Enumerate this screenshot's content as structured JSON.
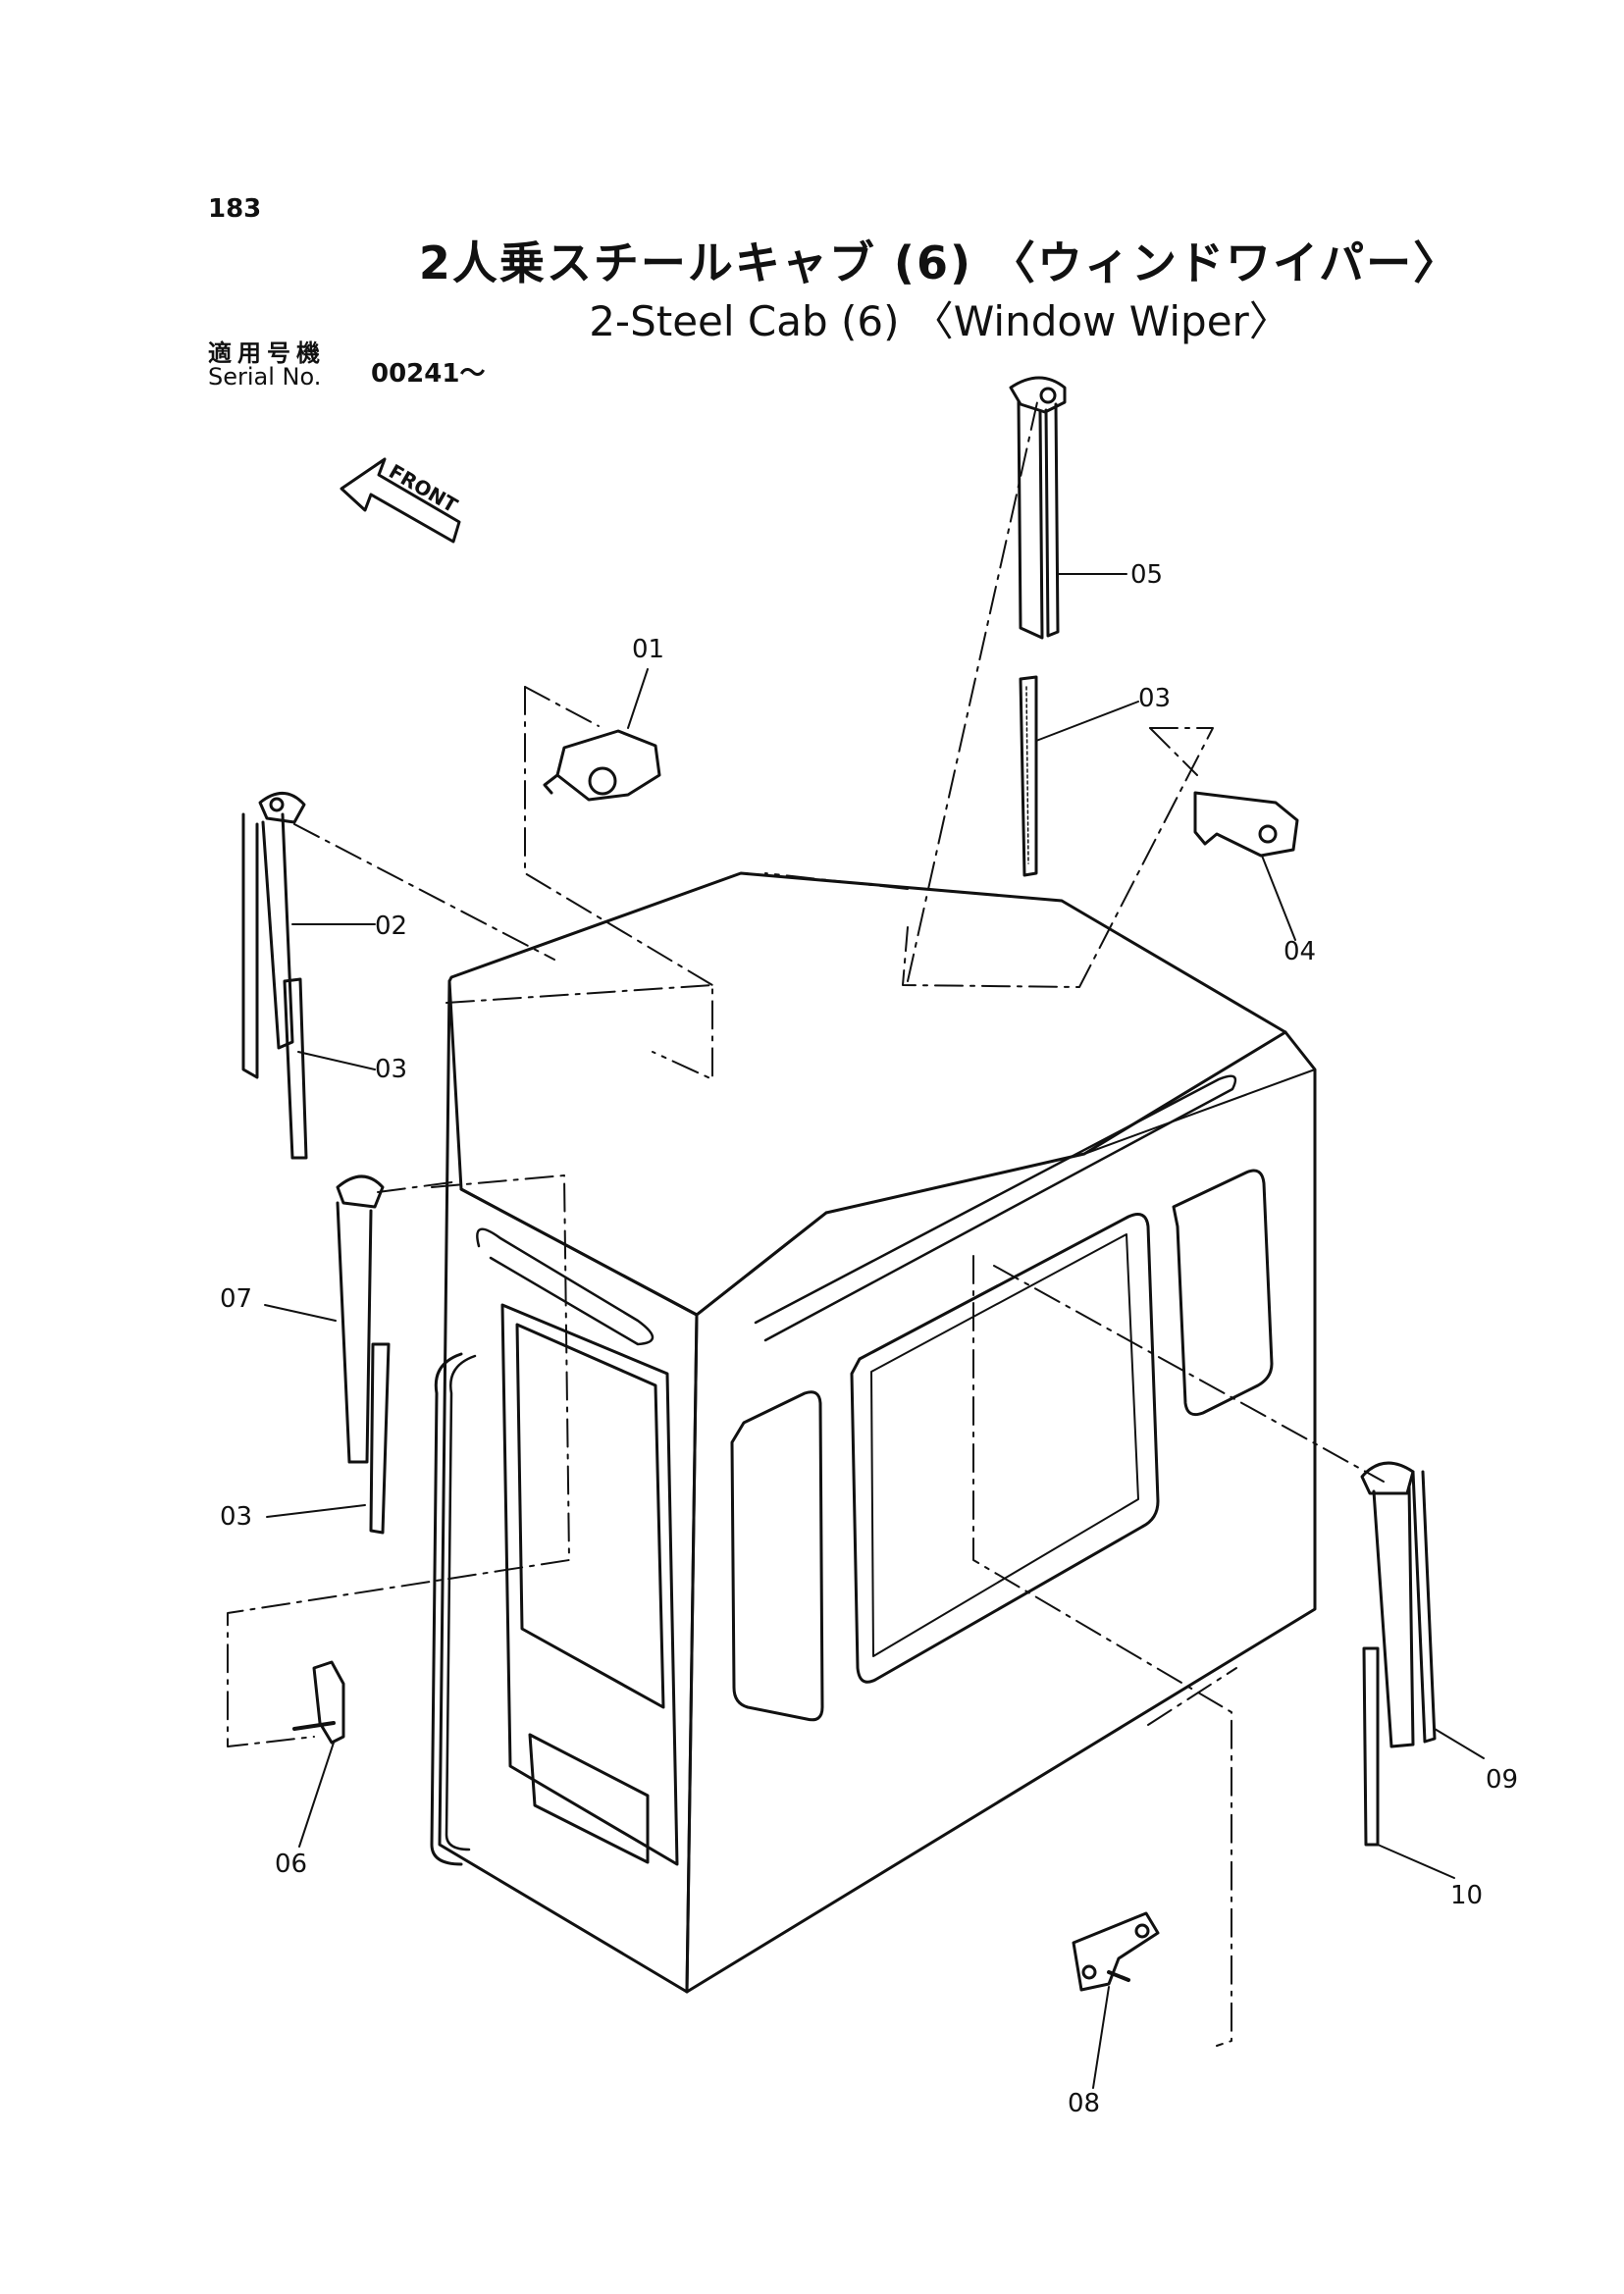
{
  "page_number": "183",
  "title_ja": "2人乗スチールキャブ (6) 〈ウィンドワイパー〉",
  "title_en": "2-Steel Cab (6) 〈Window Wiper〉",
  "serial": {
    "label_ja": "適用号機",
    "label_en": "Serial No.",
    "value": "00241～"
  },
  "front_label": "FRONT",
  "callouts": {
    "p01": "01",
    "p02": "02",
    "p03a": "03",
    "p03b": "03",
    "p03c": "03",
    "p04": "04",
    "p05": "05",
    "p06": "06",
    "p07": "07",
    "p08": "08",
    "p09": "09",
    "p10": "10"
  }
}
